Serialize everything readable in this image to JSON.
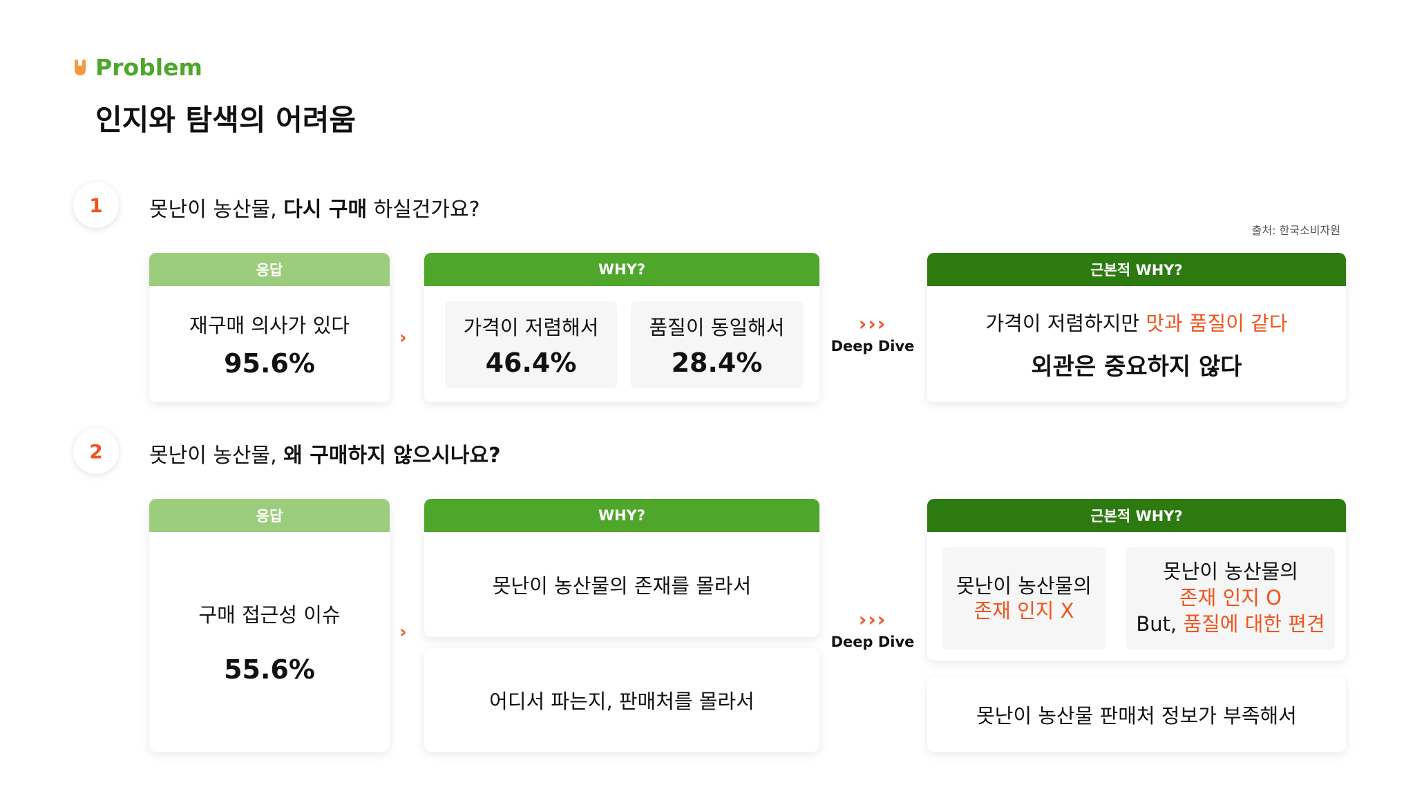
{
  "section_label": "Problem",
  "title": "인지와 탐색의 어려움",
  "source": "출처: 한국소비자원",
  "q1": {
    "number": "1",
    "question_pre": "못난이 농산물, ",
    "question_bold": "다시 구매",
    "question_post": " 하실건가요?",
    "response_header": "응답",
    "response_text": "재구매 의사가 있다",
    "response_value": "95.6%",
    "why_header": "WHY?",
    "why_items": [
      {
        "label": "가격이 저렴해서",
        "value": "46.4%"
      },
      {
        "label": "품질이 동일해서",
        "value": "28.4%"
      }
    ],
    "deep_dive_arrows": "›››",
    "deep_dive_label": "Deep Dive",
    "root_header": "근본적 WHY?",
    "root_line1_pre": "가격이 저렴하지만 ",
    "root_line1_orange": "맛과 품질이 같다",
    "root_line2": "외관은 중요하지 않다"
  },
  "q2": {
    "number": "2",
    "question_pre": "못난이 농산물, ",
    "question_bold": "왜 구매하지 않으시나요?",
    "response_header": "응답",
    "response_text": "구매 접근성 이슈",
    "response_value": "55.6%",
    "why_header": "WHY?",
    "why_item1": "못난이 농산물의 존재를 몰라서",
    "why_item2": "어디서 파는지, 판매처를 몰라서",
    "deep_dive_arrows": "›››",
    "deep_dive_label": "Deep Dive",
    "root_header": "근본적 WHY?",
    "root_a_line1": "못난이 농산물의",
    "root_a_line2": "존재 인지 X",
    "root_b_line1": "못난이 농산물의",
    "root_b_line2": "존재 인지 O",
    "root_b_line3_pre": "But, ",
    "root_b_line3_orange": "품질에 대한 편견",
    "root_bottom": "못난이 농산물 판매처 정보가 부족해서"
  },
  "colors": {
    "brand_green": "#4ea62b",
    "header_light": "#9ccd7c",
    "header_dark": "#2d7a10",
    "accent_orange": "#f0541e"
  }
}
